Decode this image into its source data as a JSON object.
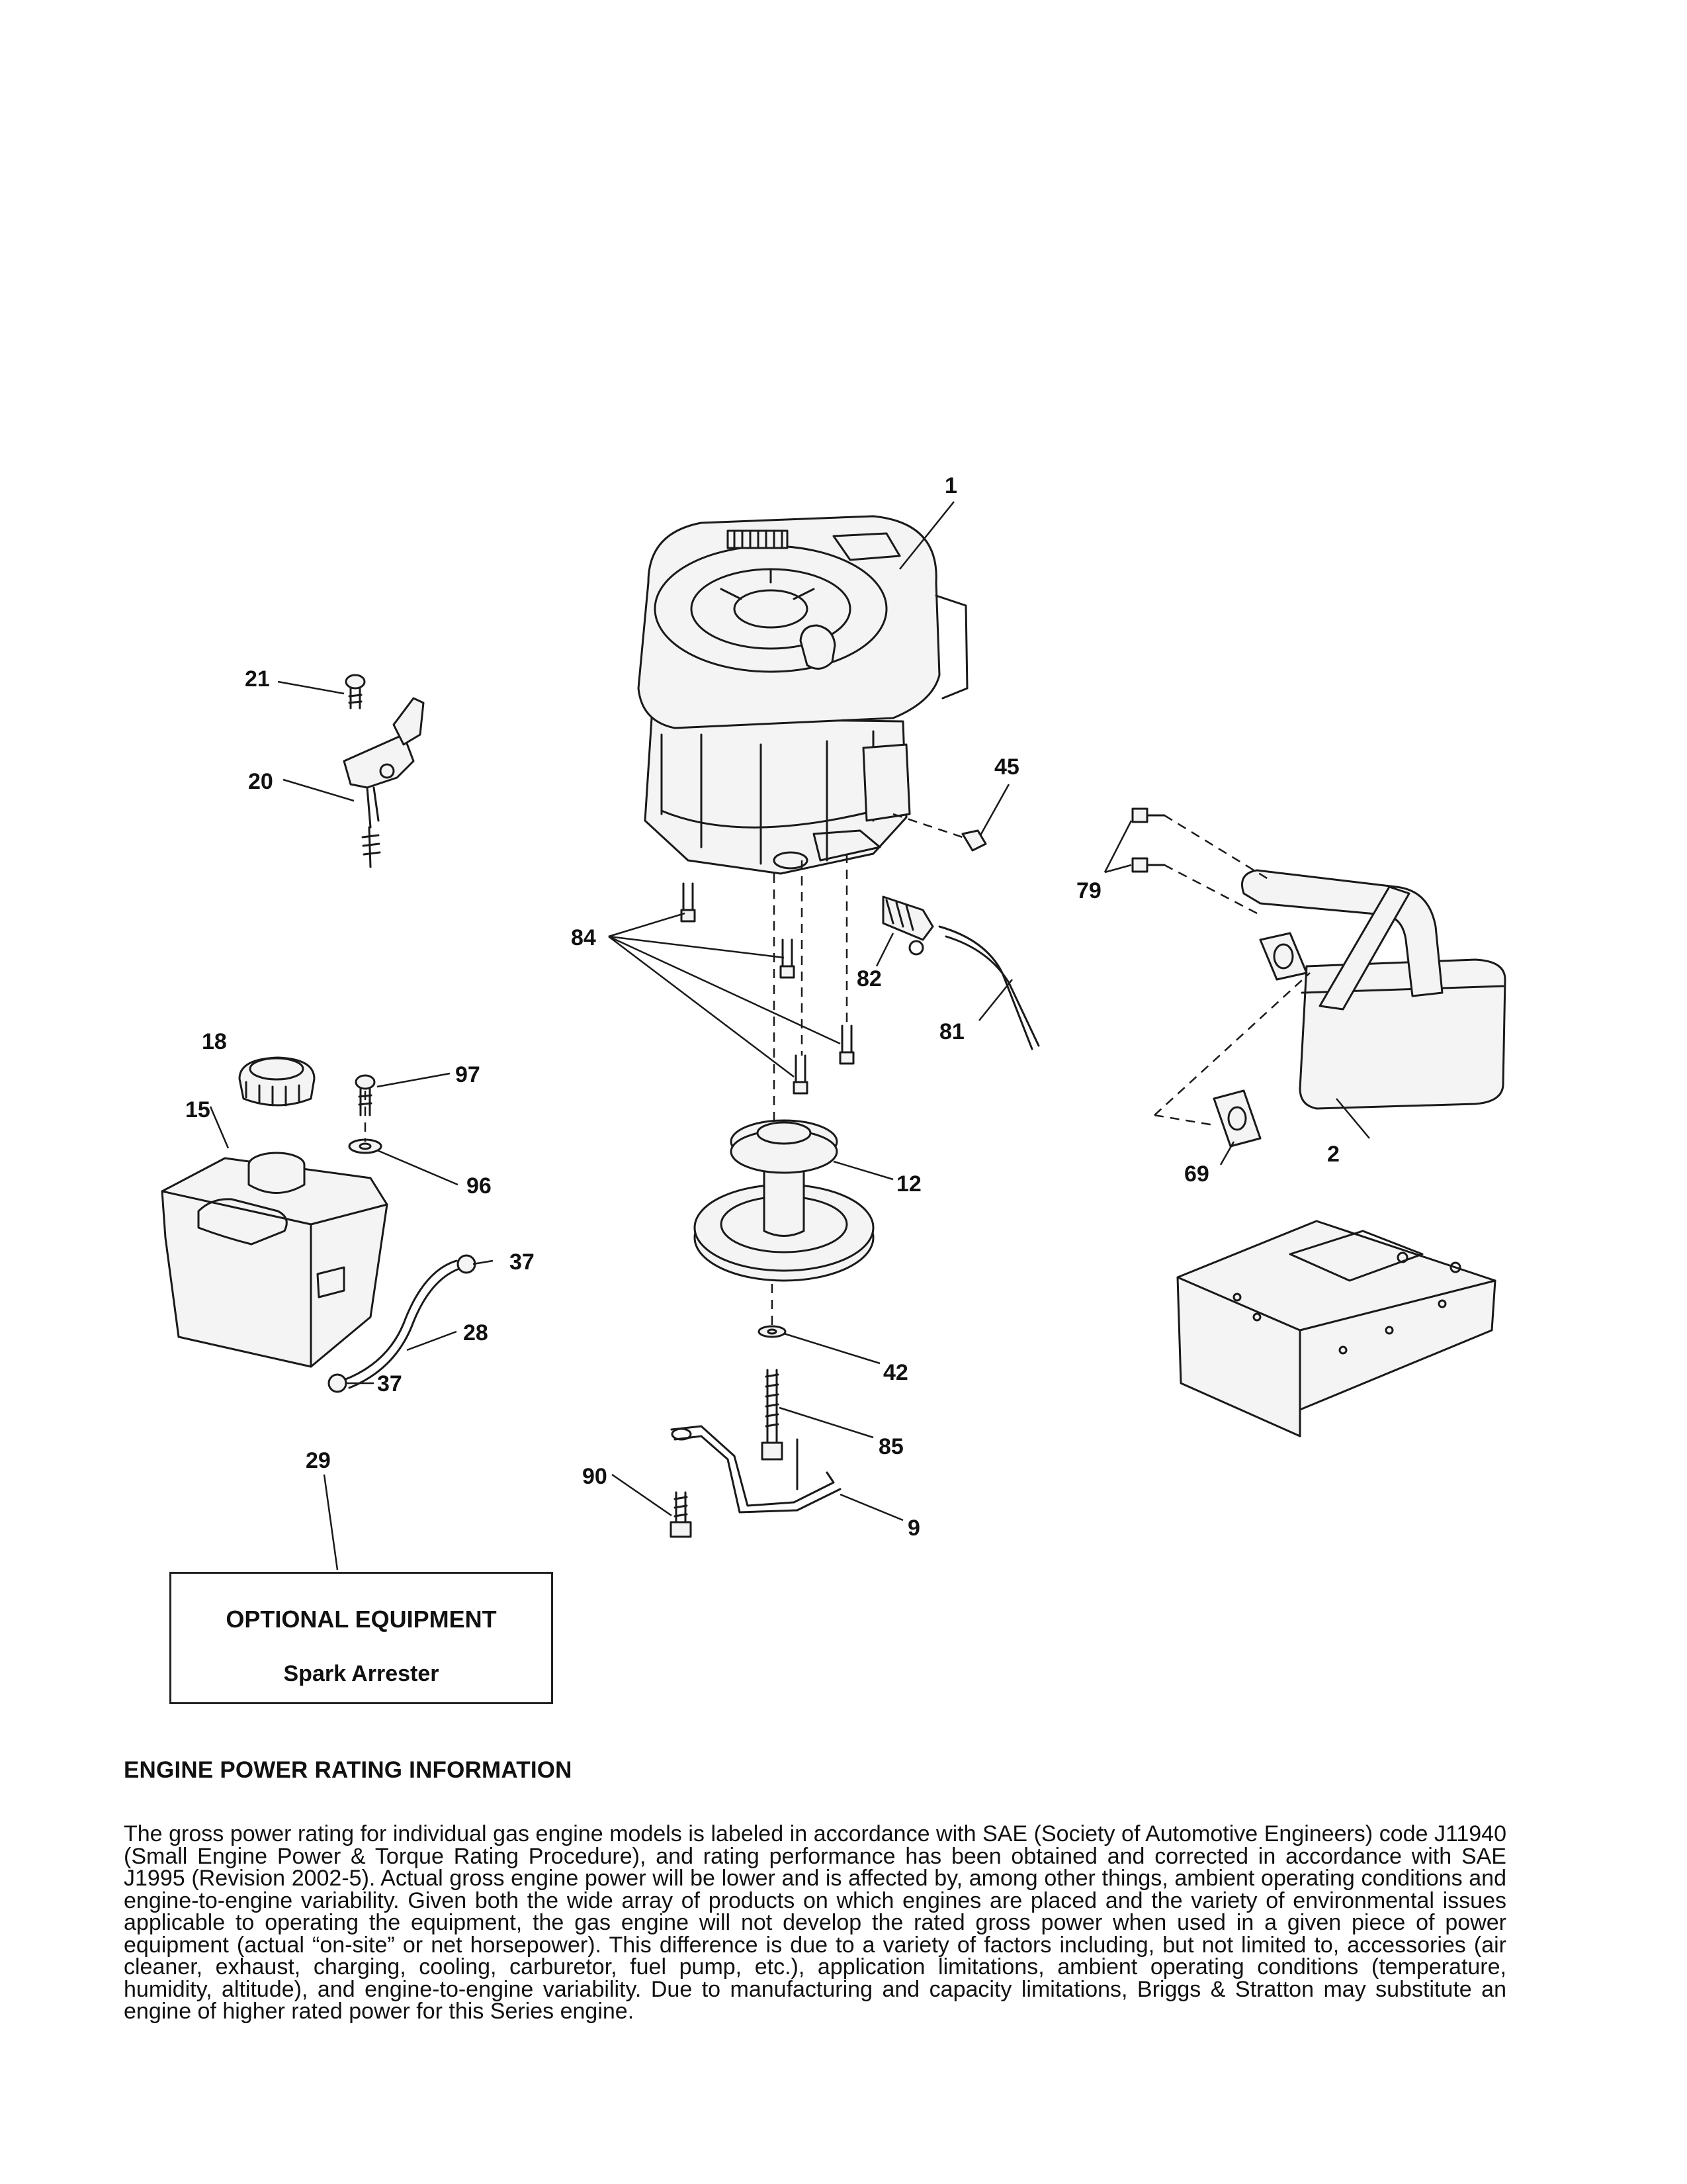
{
  "callouts": {
    "c1": "1",
    "c2": "2",
    "c9": "9",
    "c12": "12",
    "c15": "15",
    "c18": "18",
    "c20": "20",
    "c21": "21",
    "c28": "28",
    "c29": "29",
    "c37a": "37",
    "c37b": "37",
    "c42": "42",
    "c45": "45",
    "c69": "69",
    "c79": "79",
    "c81": "81",
    "c82": "82",
    "c84": "84",
    "c85": "85",
    "c90": "90",
    "c96": "96",
    "c97": "97"
  },
  "optional_box": {
    "title": "OPTIONAL EQUIPMENT",
    "item": "Spark Arrester"
  },
  "info": {
    "heading": "ENGINE POWER RATING INFORMATION",
    "body": "The gross power rating for individual gas engine models is labeled in accordance with SAE (Society of Automotive Engineers) code J11940 (Small Engine Power & Torque Rating Procedure), and rating performance has been obtained and corrected in accordance with SAE J1995 (Revision 2002-5). Actual gross engine power will be lower and is affected by, among other things, ambient operating conditions and engine-to-engine variability. Given both the wide array of products on which engines are placed and the variety of environmental issues applicable to operating the equipment, the gas engine will not develop the rated gross power when used in a given piece of power equipment (actual “on-site” or net horsepower). This difference is due to a variety of factors including, but not limited to, accessories (air cleaner, exhaust, charging, cooling, carburetor, fuel pump, etc.), application limitations, ambient operating conditions (temperature, humidity, altitude), and engine-to-engine variability. Due to manufacturing and capacity limitations, Briggs & Stratton may substitute an engine of higher rated power for this Series engine."
  }
}
